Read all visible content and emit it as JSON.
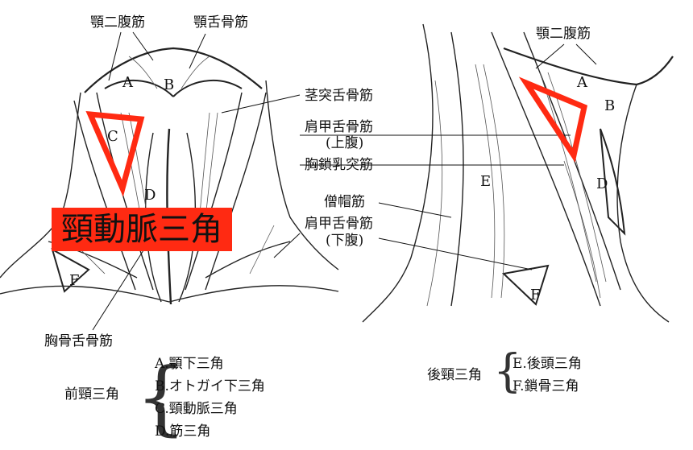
{
  "colors": {
    "highlight": "#ff2a12",
    "triangle": "#ff2a12",
    "ink": "#111111"
  },
  "left_labels": {
    "digastric": "顎二腹筋",
    "mylohyoid": "顎舌骨筋",
    "stylohyoid": "茎突舌骨筋",
    "omohyoid_superior_1": "肩甲舌骨筋",
    "omohyoid_superior_2": "(上腹)",
    "sternocleidomastoid": "胸鎖乳突筋",
    "trapezius": "僧帽筋",
    "omohyoid_inferior_1": "肩甲舌骨筋",
    "omohyoid_inferior_2": "(下腹)",
    "sternohyoid": "胸骨舌骨筋"
  },
  "right_labels": {
    "digastric": "顎二腹筋"
  },
  "regions_left": [
    "A",
    "B",
    "C",
    "D",
    "F"
  ],
  "regions_right": [
    "A",
    "B",
    "D",
    "E",
    "F"
  ],
  "highlight_label": "頸動脈三角",
  "legend_anterior": {
    "title": "前頸三角",
    "brace": "{",
    "items": [
      "A.顎下三角",
      "B.オトガイ下三角",
      "C.頸動脈三角",
      "D.筋三角"
    ]
  },
  "legend_posterior": {
    "title": "後頸三角",
    "brace": "{",
    "items": [
      "E.後頭三角",
      "F.鎖骨三角"
    ]
  }
}
